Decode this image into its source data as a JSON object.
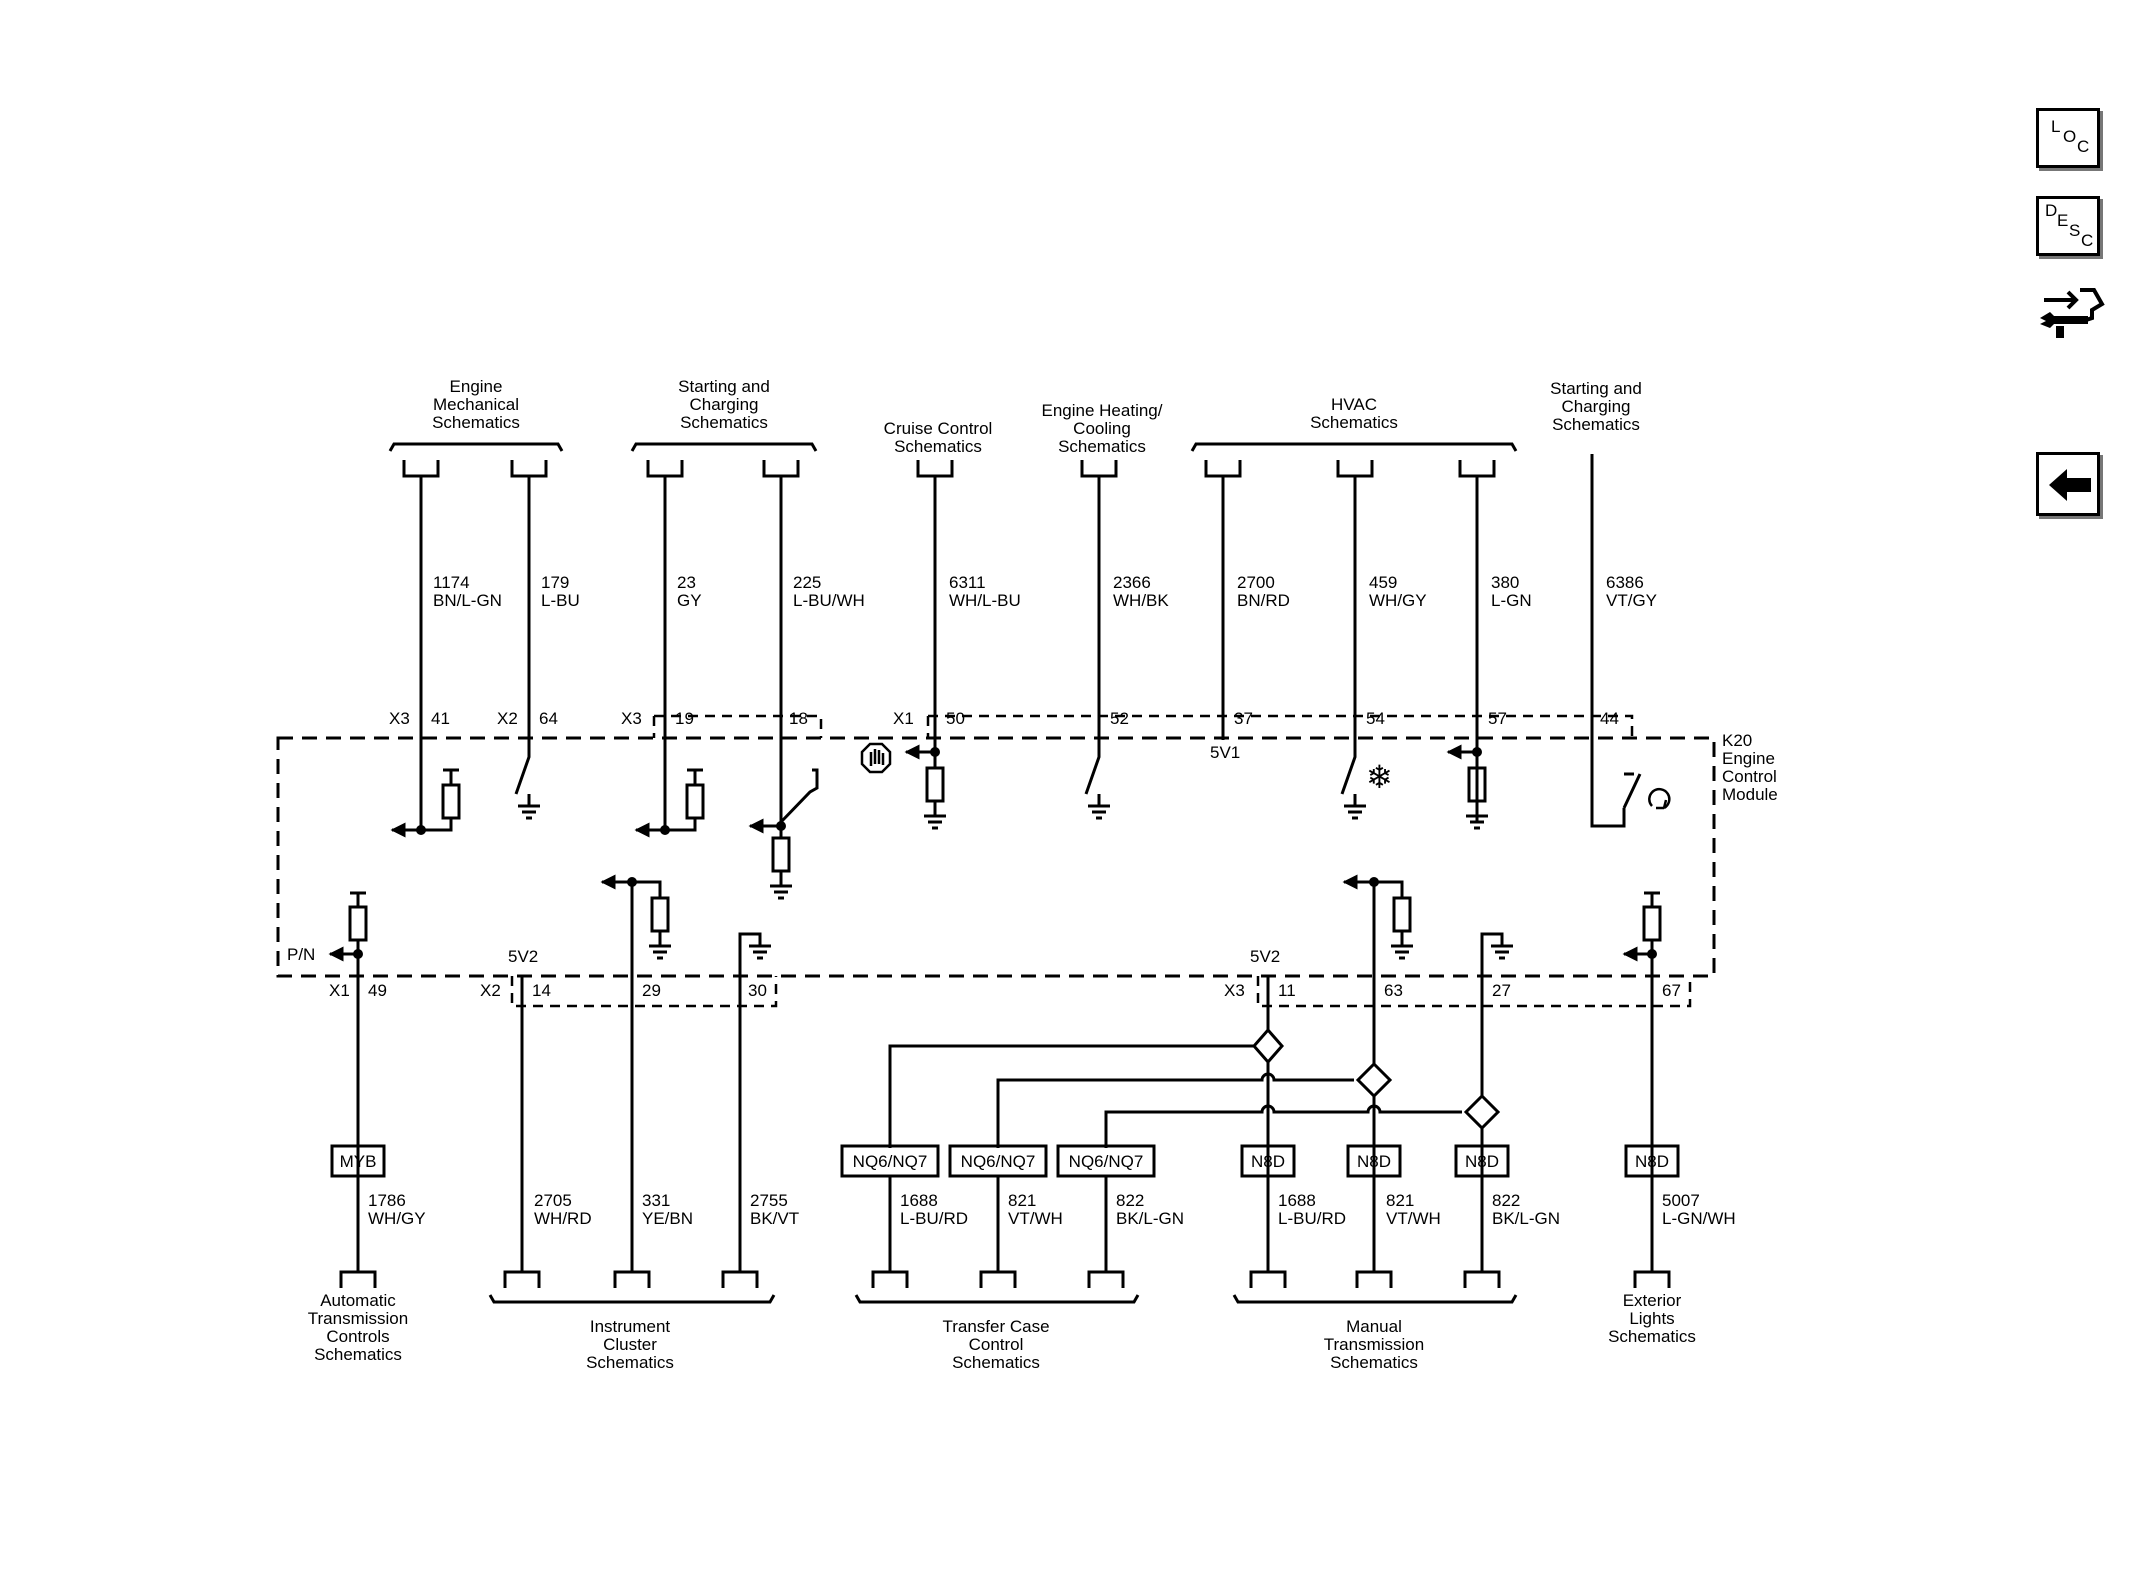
{
  "sidebar": {
    "loc": [
      "L",
      "O",
      "C"
    ],
    "desc": [
      "D",
      "E",
      "S",
      "C"
    ],
    "icons": [
      "loc-button",
      "desc-button",
      "connector-tool-icon",
      "back-arrow-icon"
    ]
  },
  "module": {
    "name": [
      "K20",
      "Engine",
      "Control",
      "Module"
    ]
  },
  "destinations_top": {
    "engine_mech": [
      "Engine",
      "Mechanical",
      "Schematics"
    ],
    "start_charge_1": [
      "Starting and",
      "Charging",
      "Schematics"
    ],
    "cruise": [
      "Cruise Control",
      "Schematics"
    ],
    "heating": [
      "Engine Heating/",
      "Cooling",
      "Schematics"
    ],
    "hvac": [
      "HVAC",
      "Schematics"
    ],
    "start_charge_2": [
      "Starting and",
      "Charging",
      "Schematics"
    ]
  },
  "destinations_bottom": {
    "auto_trans": [
      "Automatic",
      "Transmission",
      "Controls",
      "Schematics"
    ],
    "cluster": [
      "Instrument",
      "Cluster",
      "Schematics"
    ],
    "transfer": [
      "Transfer Case",
      "Control",
      "Schematics"
    ],
    "manual": [
      "Manual",
      "Transmission",
      "Schematics"
    ],
    "ext_lights": [
      "Exterior",
      "Lights",
      "Schematics"
    ]
  },
  "wires_top": [
    {
      "circuit": "1174",
      "color": "BN/L-GN"
    },
    {
      "circuit": "179",
      "color": "L-BU"
    },
    {
      "circuit": "23",
      "color": "GY"
    },
    {
      "circuit": "225",
      "color": "L-BU/WH"
    },
    {
      "circuit": "6311",
      "color": "WH/L-BU"
    },
    {
      "circuit": "2366",
      "color": "WH/BK"
    },
    {
      "circuit": "2700",
      "color": "BN/RD"
    },
    {
      "circuit": "459",
      "color": "WH/GY"
    },
    {
      "circuit": "380",
      "color": "L-GN"
    },
    {
      "circuit": "6386",
      "color": "VT/GY"
    }
  ],
  "wires_bottom": [
    {
      "circuit": "1786",
      "color": "WH/GY"
    },
    {
      "circuit": "2705",
      "color": "WH/RD"
    },
    {
      "circuit": "331",
      "color": "YE/BN"
    },
    {
      "circuit": "2755",
      "color": "BK/VT"
    },
    {
      "circuit": "1688",
      "color": "L-BU/RD"
    },
    {
      "circuit": "821",
      "color": "VT/WH"
    },
    {
      "circuit": "822",
      "color": "BK/L-GN"
    },
    {
      "circuit": "1688",
      "color": "L-BU/RD"
    },
    {
      "circuit": "821",
      "color": "VT/WH"
    },
    {
      "circuit": "822",
      "color": "BK/L-GN"
    },
    {
      "circuit": "5007",
      "color": "L-GN/WH"
    }
  ],
  "connectors_top": [
    "X3",
    "X2",
    "X3",
    "X1"
  ],
  "pins_top": [
    "41",
    "64",
    "19",
    "18",
    "50",
    "52",
    "37",
    "54",
    "57",
    "44"
  ],
  "connectors_bottom": [
    "X1",
    "X2",
    "X3"
  ],
  "pins_bottom": [
    "49",
    "14",
    "29",
    "30",
    "11",
    "63",
    "27",
    "67"
  ],
  "internal_labels": {
    "pn": "P/N",
    "v1": "5V1",
    "v2a": "5V2",
    "v2b": "5V2"
  },
  "options": [
    "MYB",
    "NQ6/NQ7",
    "NQ6/NQ7",
    "NQ6/NQ7",
    "N8D",
    "N8D",
    "N8D",
    "N8D"
  ]
}
